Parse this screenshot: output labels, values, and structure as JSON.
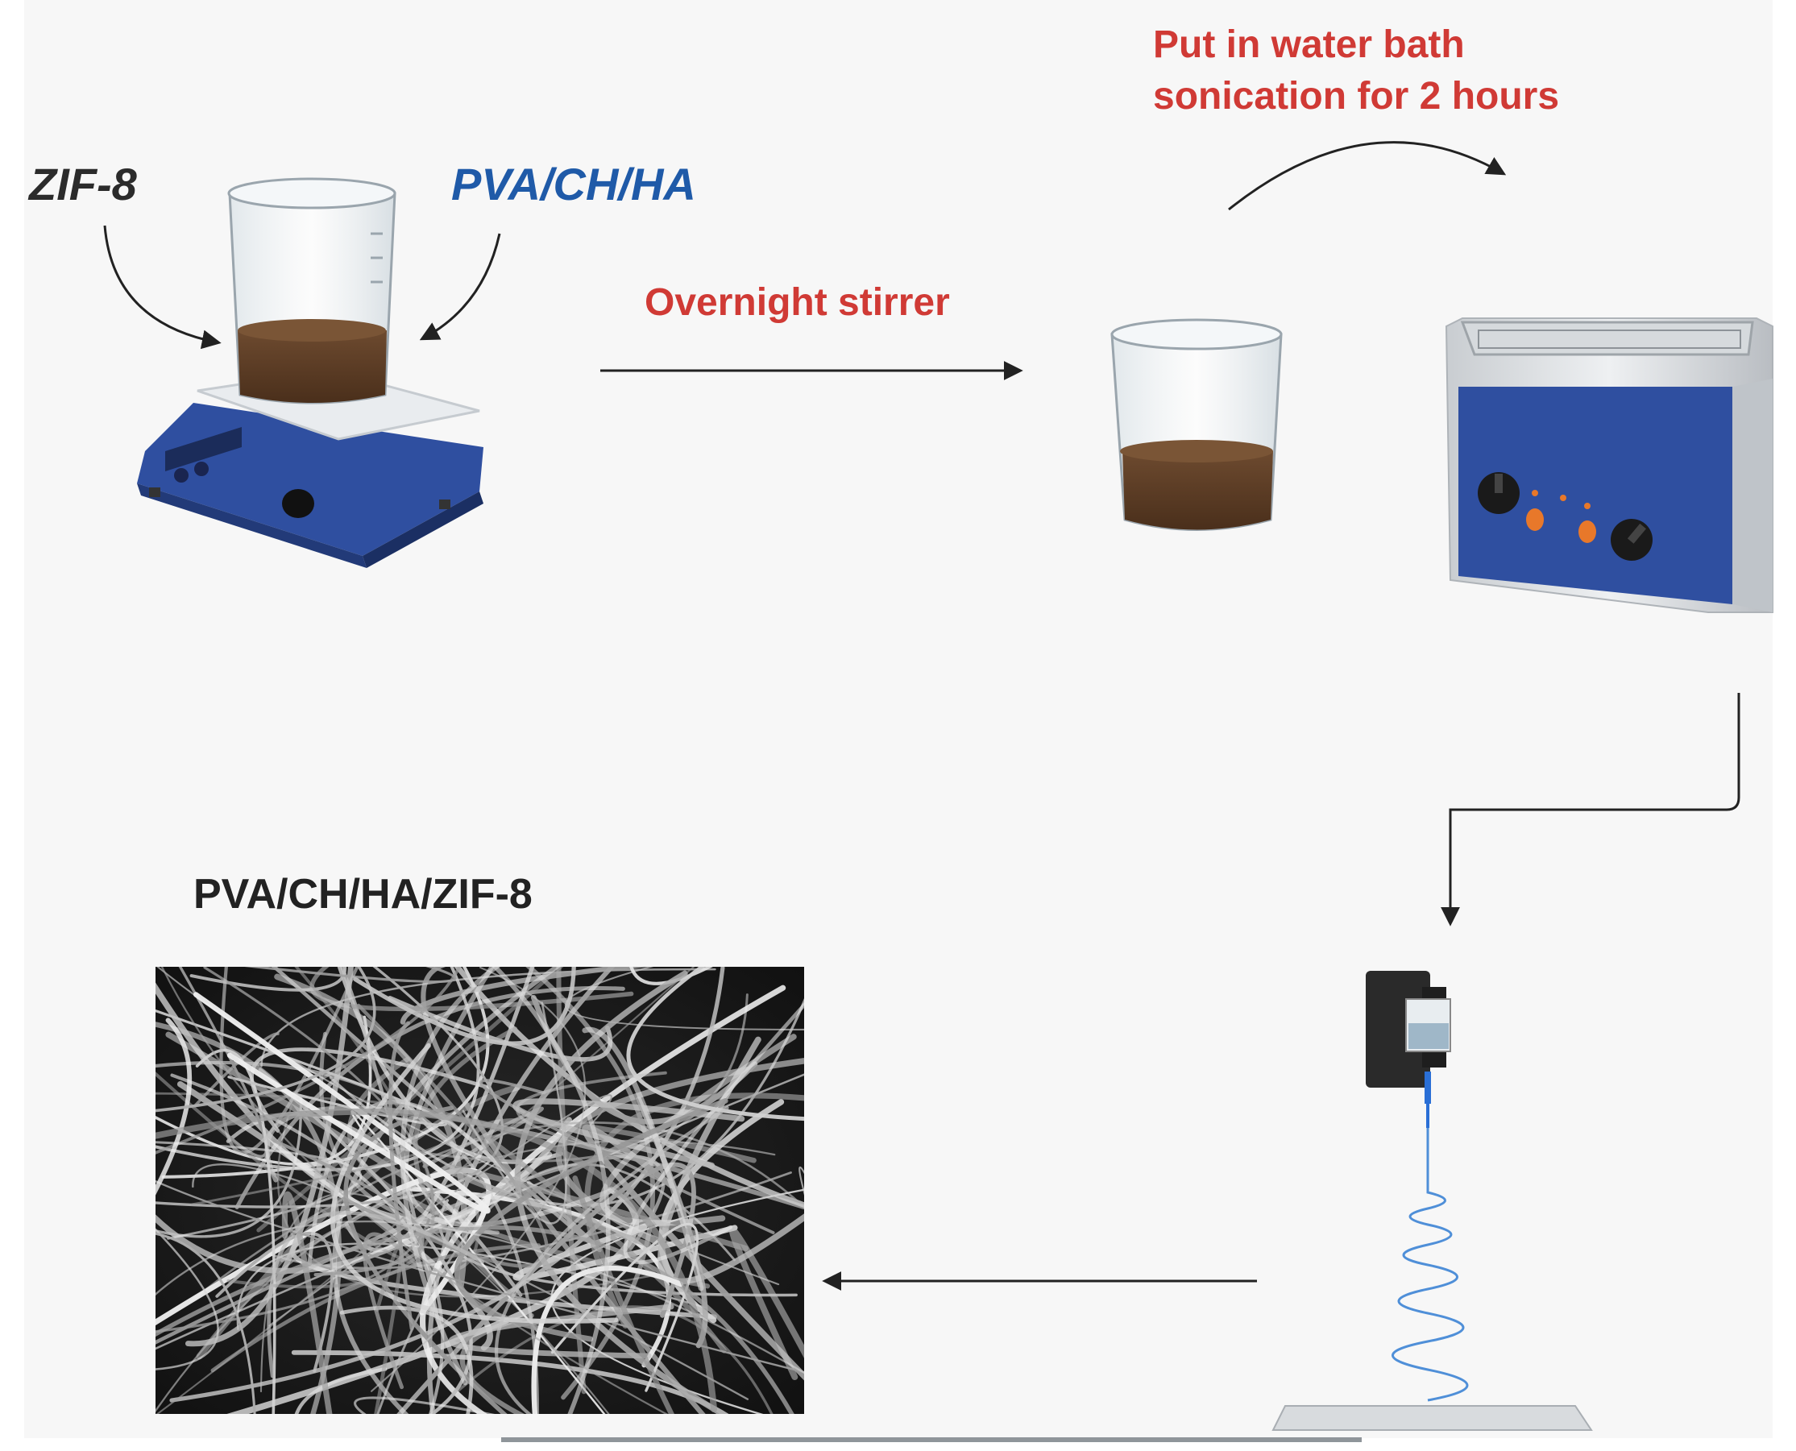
{
  "labels": {
    "reagent_zif8": "ZIF-8",
    "reagent_polymer": "PVA/CH/HA",
    "step_stirring": "Overnight stirrer",
    "step_sonication_line1": "Put in water bath",
    "step_sonication_line2": "sonication for 2 hours",
    "product": "PVA/CH/HA/ZIF-8"
  },
  "colors": {
    "step_text": "#d03a35",
    "polymer_text": "#1f5aa8",
    "reagent_text": "#2b2b2b",
    "liquid": "#5a3a22",
    "device_blue": "#2f4fa0",
    "knob_orange": "#e8782a",
    "fiber_jet": "#4f8fd8"
  },
  "icons": [
    "magnetic-stirrer-icon",
    "beaker-icon",
    "ultrasonic-bath-icon",
    "syringe-pump-icon",
    "sem-fiber-image"
  ]
}
